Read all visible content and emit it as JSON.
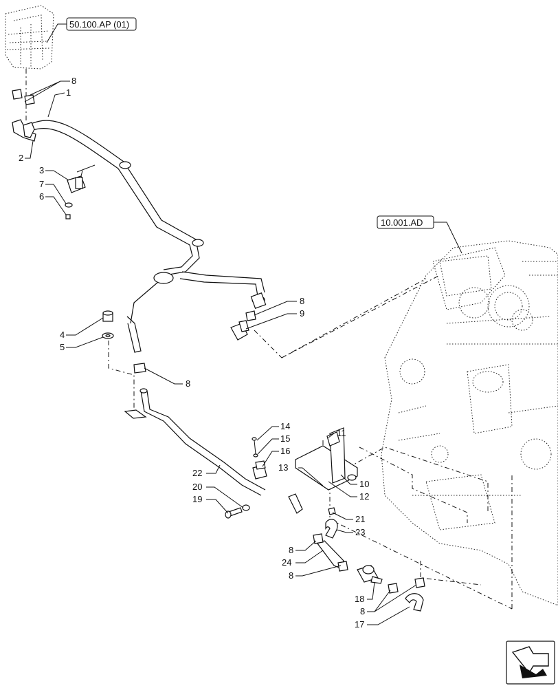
{
  "references": {
    "top_left": "50.100.AP (01)",
    "engine": "10.001.AD"
  },
  "callouts": {
    "c1": "1",
    "c2": "2",
    "c3": "3",
    "c4": "4",
    "c5": "5",
    "c6": "6",
    "c7": "7",
    "c8a": "8",
    "c8b": "8",
    "c8c": "8",
    "c8d": "8",
    "c8e": "8",
    "c8f": "8",
    "c9": "9",
    "c10": "10",
    "c11": "11",
    "c12": "12",
    "c13": "13",
    "c14": "14",
    "c15": "15",
    "c16": "16",
    "c17": "17",
    "c18": "18",
    "c19": "19",
    "c20": "20",
    "c21": "21",
    "c22": "22",
    "c23": "23",
    "c24": "24"
  },
  "icons": {
    "nav": "next-page-arrow-icon"
  }
}
